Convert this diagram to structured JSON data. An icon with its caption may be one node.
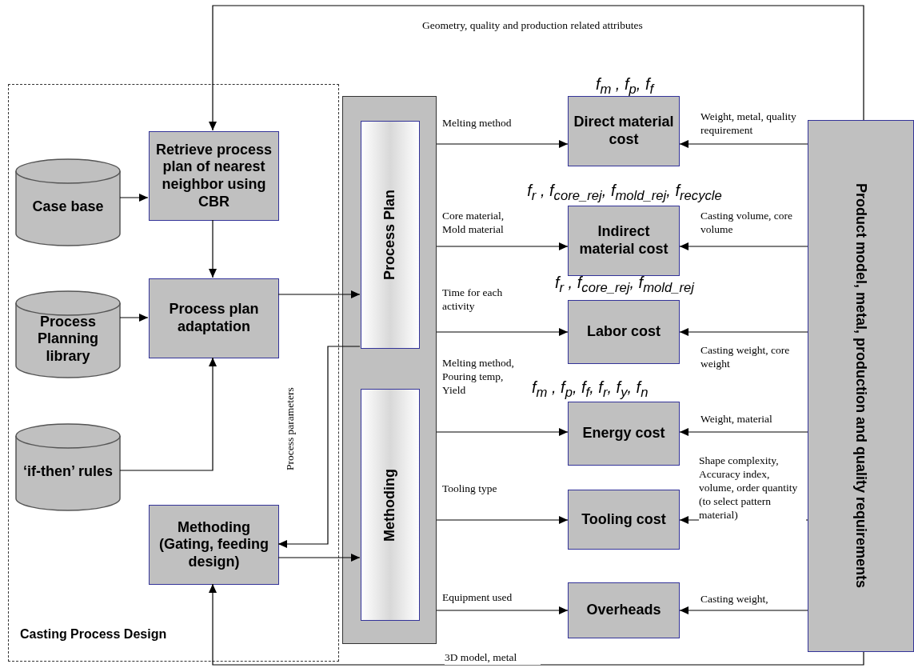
{
  "diagram": {
    "nodes": [
      {
        "text": [
          "Casting Process Design"
        ]
      },
      {
        "text": [
          "Case base"
        ],
        "in": 0
      },
      {
        "text": [
          "Retrieve process plan of nearest neighbor using CBR"
        ],
        "in": 0
      },
      {
        "text": [
          "Process Planning library"
        ],
        "in": 0
      },
      {
        "text": [
          "Process plan adaptation"
        ],
        "in": 0
      },
      {
        "text": [
          "‘if-then’ rules"
        ],
        "in": 0
      },
      {
        "text": [
          "Methoding (Gating, feeding design)"
        ],
        "in": 0
      },
      {
        "text": [],
        "shape": "bar"
      },
      {
        "text": [
          "Process Plan"
        ],
        "in": 7
      },
      {
        "text": [
          "Methoding"
        ],
        "in": 7
      },
      {
        "text": [
          "Direct material cost"
        ],
        "beside": [
          "f$_{m}$ , f$_{p}$, f$_{f}$"
        ]
      },
      {
        "text": [
          "Indirect material cost"
        ],
        "beside": [
          "f$_{r}$ , f$_{core_rej}$, f$_{mold_rej}$, f$_{recycle}$"
        ]
      },
      {
        "text": [
          "Labor cost"
        ],
        "beside": [
          "f$_{r}$ , f$_{core_rej}$, f$_{mold_rej}$"
        ]
      },
      {
        "text": [
          "Energy cost"
        ],
        "beside": [
          "f$_{m}$ , f$_{p}$, f$_{f}$, f$_{r}$, f$_{y}$, f$_{n}$"
        ]
      },
      {
        "text": [
          "Tooling cost"
        ]
      },
      {
        "text": [
          "Overheads"
        ]
      },
      {
        "text": [
          "Product model, metal, production and quality requirements"
        ]
      }
    ],
    "edges": [
      {
        "from": 1,
        "to": 2,
        "arrow": "to"
      },
      {
        "from": 2,
        "to": 4,
        "arrow": "to"
      },
      {
        "from": 3,
        "to": 4,
        "arrow": "to"
      },
      {
        "from": 5,
        "to": 4,
        "arrow": "to"
      },
      {
        "from": 4,
        "to": 8,
        "arrow": "to"
      },
      {
        "from": 8,
        "to": 6,
        "arrow": "to",
        "label": "Process parameters"
      },
      {
        "from": 6,
        "to": 9,
        "arrow": "to"
      },
      {
        "from": 16,
        "to": 2,
        "arrow": "to",
        "label": "Geometry, quality and production related attributes"
      },
      {
        "from": 16,
        "to": 6,
        "arrow": "to",
        "label": "3D model, metal"
      },
      {
        "from": 7,
        "to": 10,
        "arrow": "to",
        "label": "Melting method"
      },
      {
        "from": 7,
        "to": 11,
        "arrow": "to",
        "label": "Core material, Mold material"
      },
      {
        "from": 7,
        "to": 12,
        "arrow": "to",
        "label": "Time for each activity"
      },
      {
        "from": 7,
        "to": 13,
        "arrow": "to",
        "label": "Melting method, Pouring temp, Yield"
      },
      {
        "from": 7,
        "to": 14,
        "arrow": "to",
        "label": "Tooling type"
      },
      {
        "from": 7,
        "to": 15,
        "arrow": "to",
        "label": "Equipment used"
      },
      {
        "from": 16,
        "to": 10,
        "arrow": "to",
        "label": "Weight, metal, quality requirement"
      },
      {
        "from": 16,
        "to": 11,
        "arrow": "to",
        "label": "Casting volume, core volume"
      },
      {
        "from": 16,
        "to": 12,
        "arrow": "to",
        "label": "Casting weight, core weight"
      },
      {
        "from": 16,
        "to": 13,
        "arrow": "to",
        "label": "Weight, material"
      },
      {
        "from": 16,
        "to": 14,
        "arrow": "to",
        "label": "Shape complexity, Accuracy index, volume, order quantity (to select pattern material)"
      },
      {
        "from": 16,
        "to": 15,
        "arrow": "to",
        "label": "Casting weight,"
      }
    ]
  }
}
